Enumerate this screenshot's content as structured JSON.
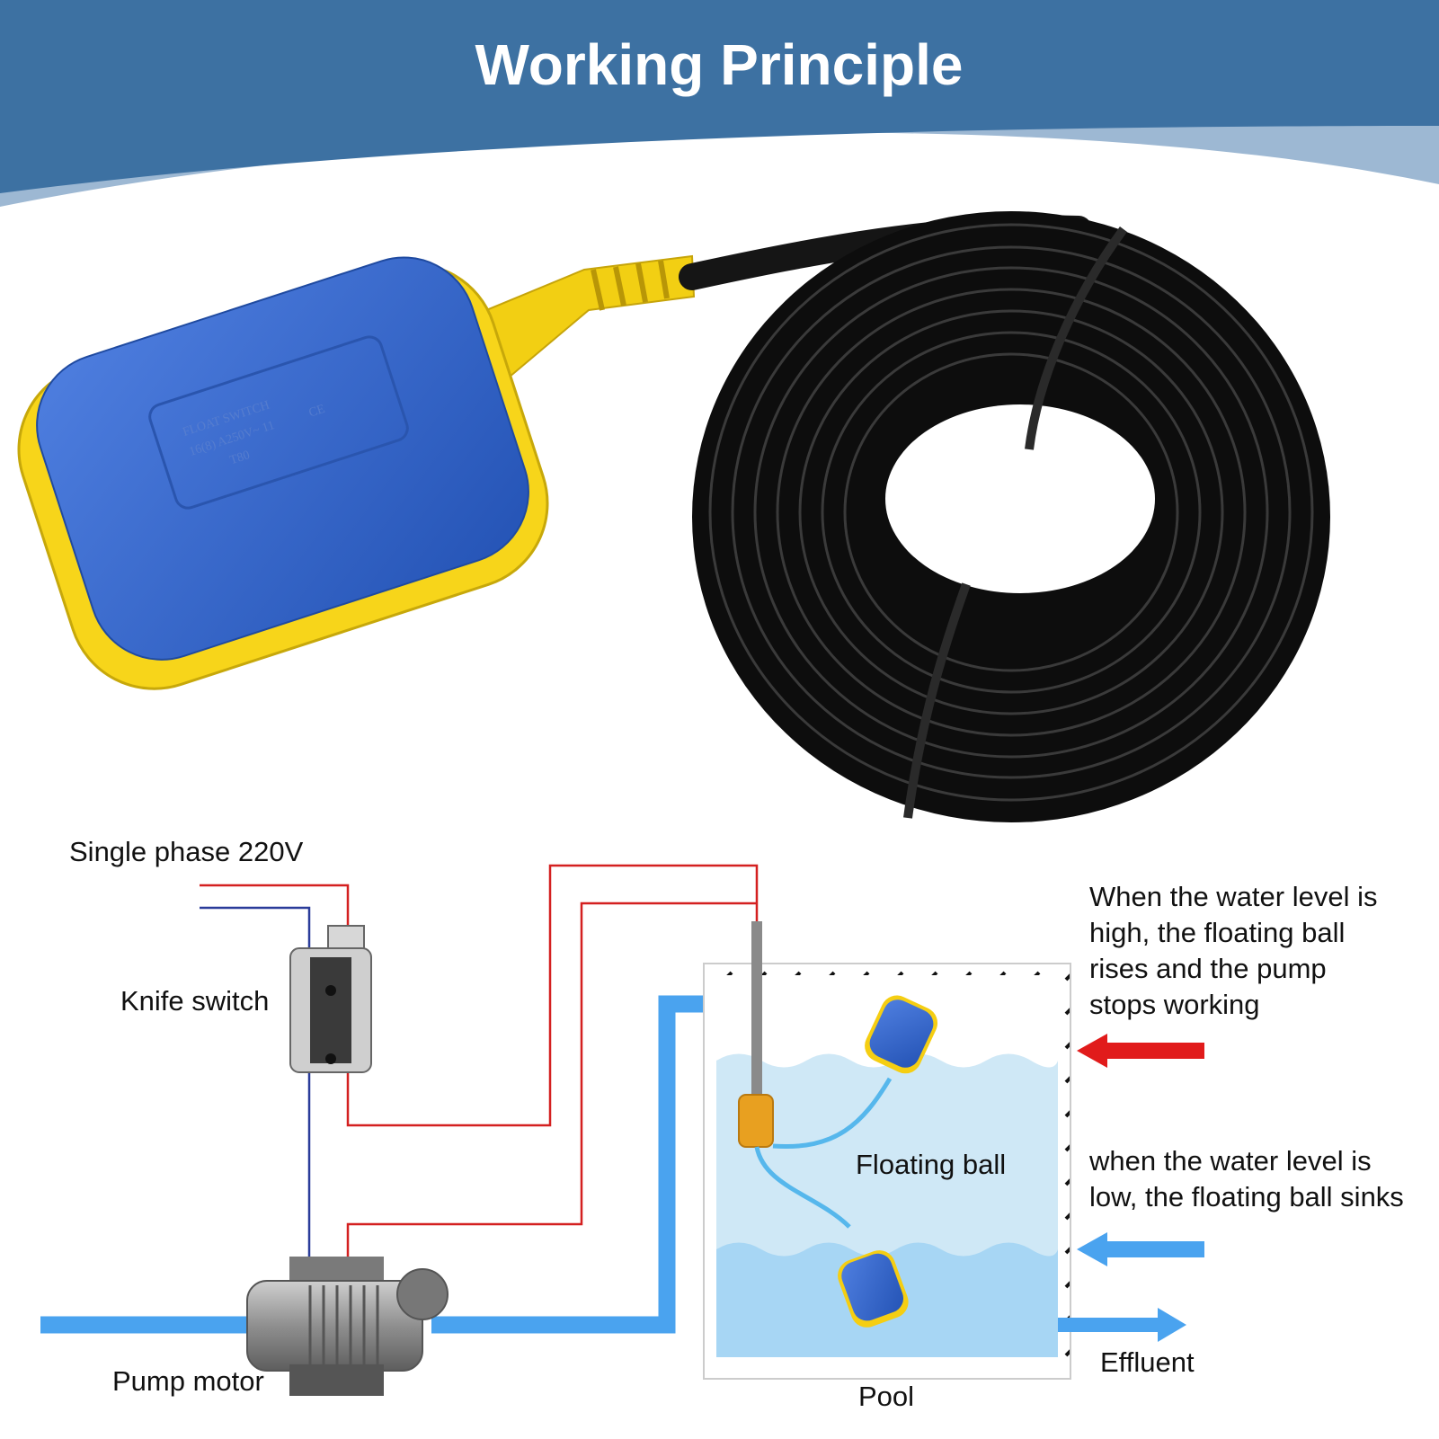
{
  "title": "Working Principle",
  "product": {
    "name": "float-switch-with-coiled-cable",
    "stamp": {
      "line1": "FLOAT SWITCH",
      "line2": "16(8) A250V~ 11",
      "line3": "T80",
      "mark": "CE"
    }
  },
  "diagram": {
    "power_label": "Single phase 220V",
    "knife_switch_label": "Knife switch",
    "pump_label": "Pump motor",
    "floating_ball_label": "Floating ball",
    "pool_label": "Pool",
    "effluent_label": "Effluent",
    "high_level_note": [
      "When the water level is",
      "high, the floating ball",
      "rises and the pump",
      "stops working"
    ],
    "low_level_note": [
      "when the water level is",
      "low, the floating ball sinks"
    ]
  },
  "colors": {
    "banner": "#3d71a2",
    "banner_light": "#9db8d3",
    "float_blue": "#2f5fc4",
    "float_yellow": "#f7d51a",
    "cable": "#151515",
    "live_wire": "#d42020",
    "neutral_wire": "#2a3c9a",
    "water_pipe": "#4aa3ef",
    "water_high": "#cfe8f6",
    "water_low": "#a7d6f4",
    "arrow_high": "#e11b1b",
    "arrow_low": "#4aa3ef"
  }
}
